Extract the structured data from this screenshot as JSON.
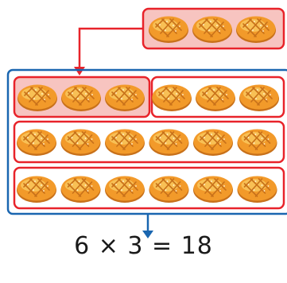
{
  "diagram": {
    "equation": "6 × 3 = 18",
    "loaf_colors": {
      "fill": "#f29a2a",
      "highlight": "#f8c45a",
      "edge": "#c8711a"
    },
    "colors": {
      "red": "#e8232a",
      "blue": "#1a66b0",
      "pink_fill": "#f7c4c0"
    },
    "groups": [
      {
        "count": 3,
        "highlighted": true
      },
      {
        "count": 3,
        "highlighted": false
      },
      {
        "count": 6,
        "highlighted": false
      },
      {
        "count": 6,
        "highlighted": false
      }
    ],
    "source_group": {
      "count": 3
    },
    "arrows": [
      {
        "from": "source-group",
        "to": "group-1"
      },
      {
        "from": "outer-box",
        "to": "equation"
      }
    ]
  }
}
